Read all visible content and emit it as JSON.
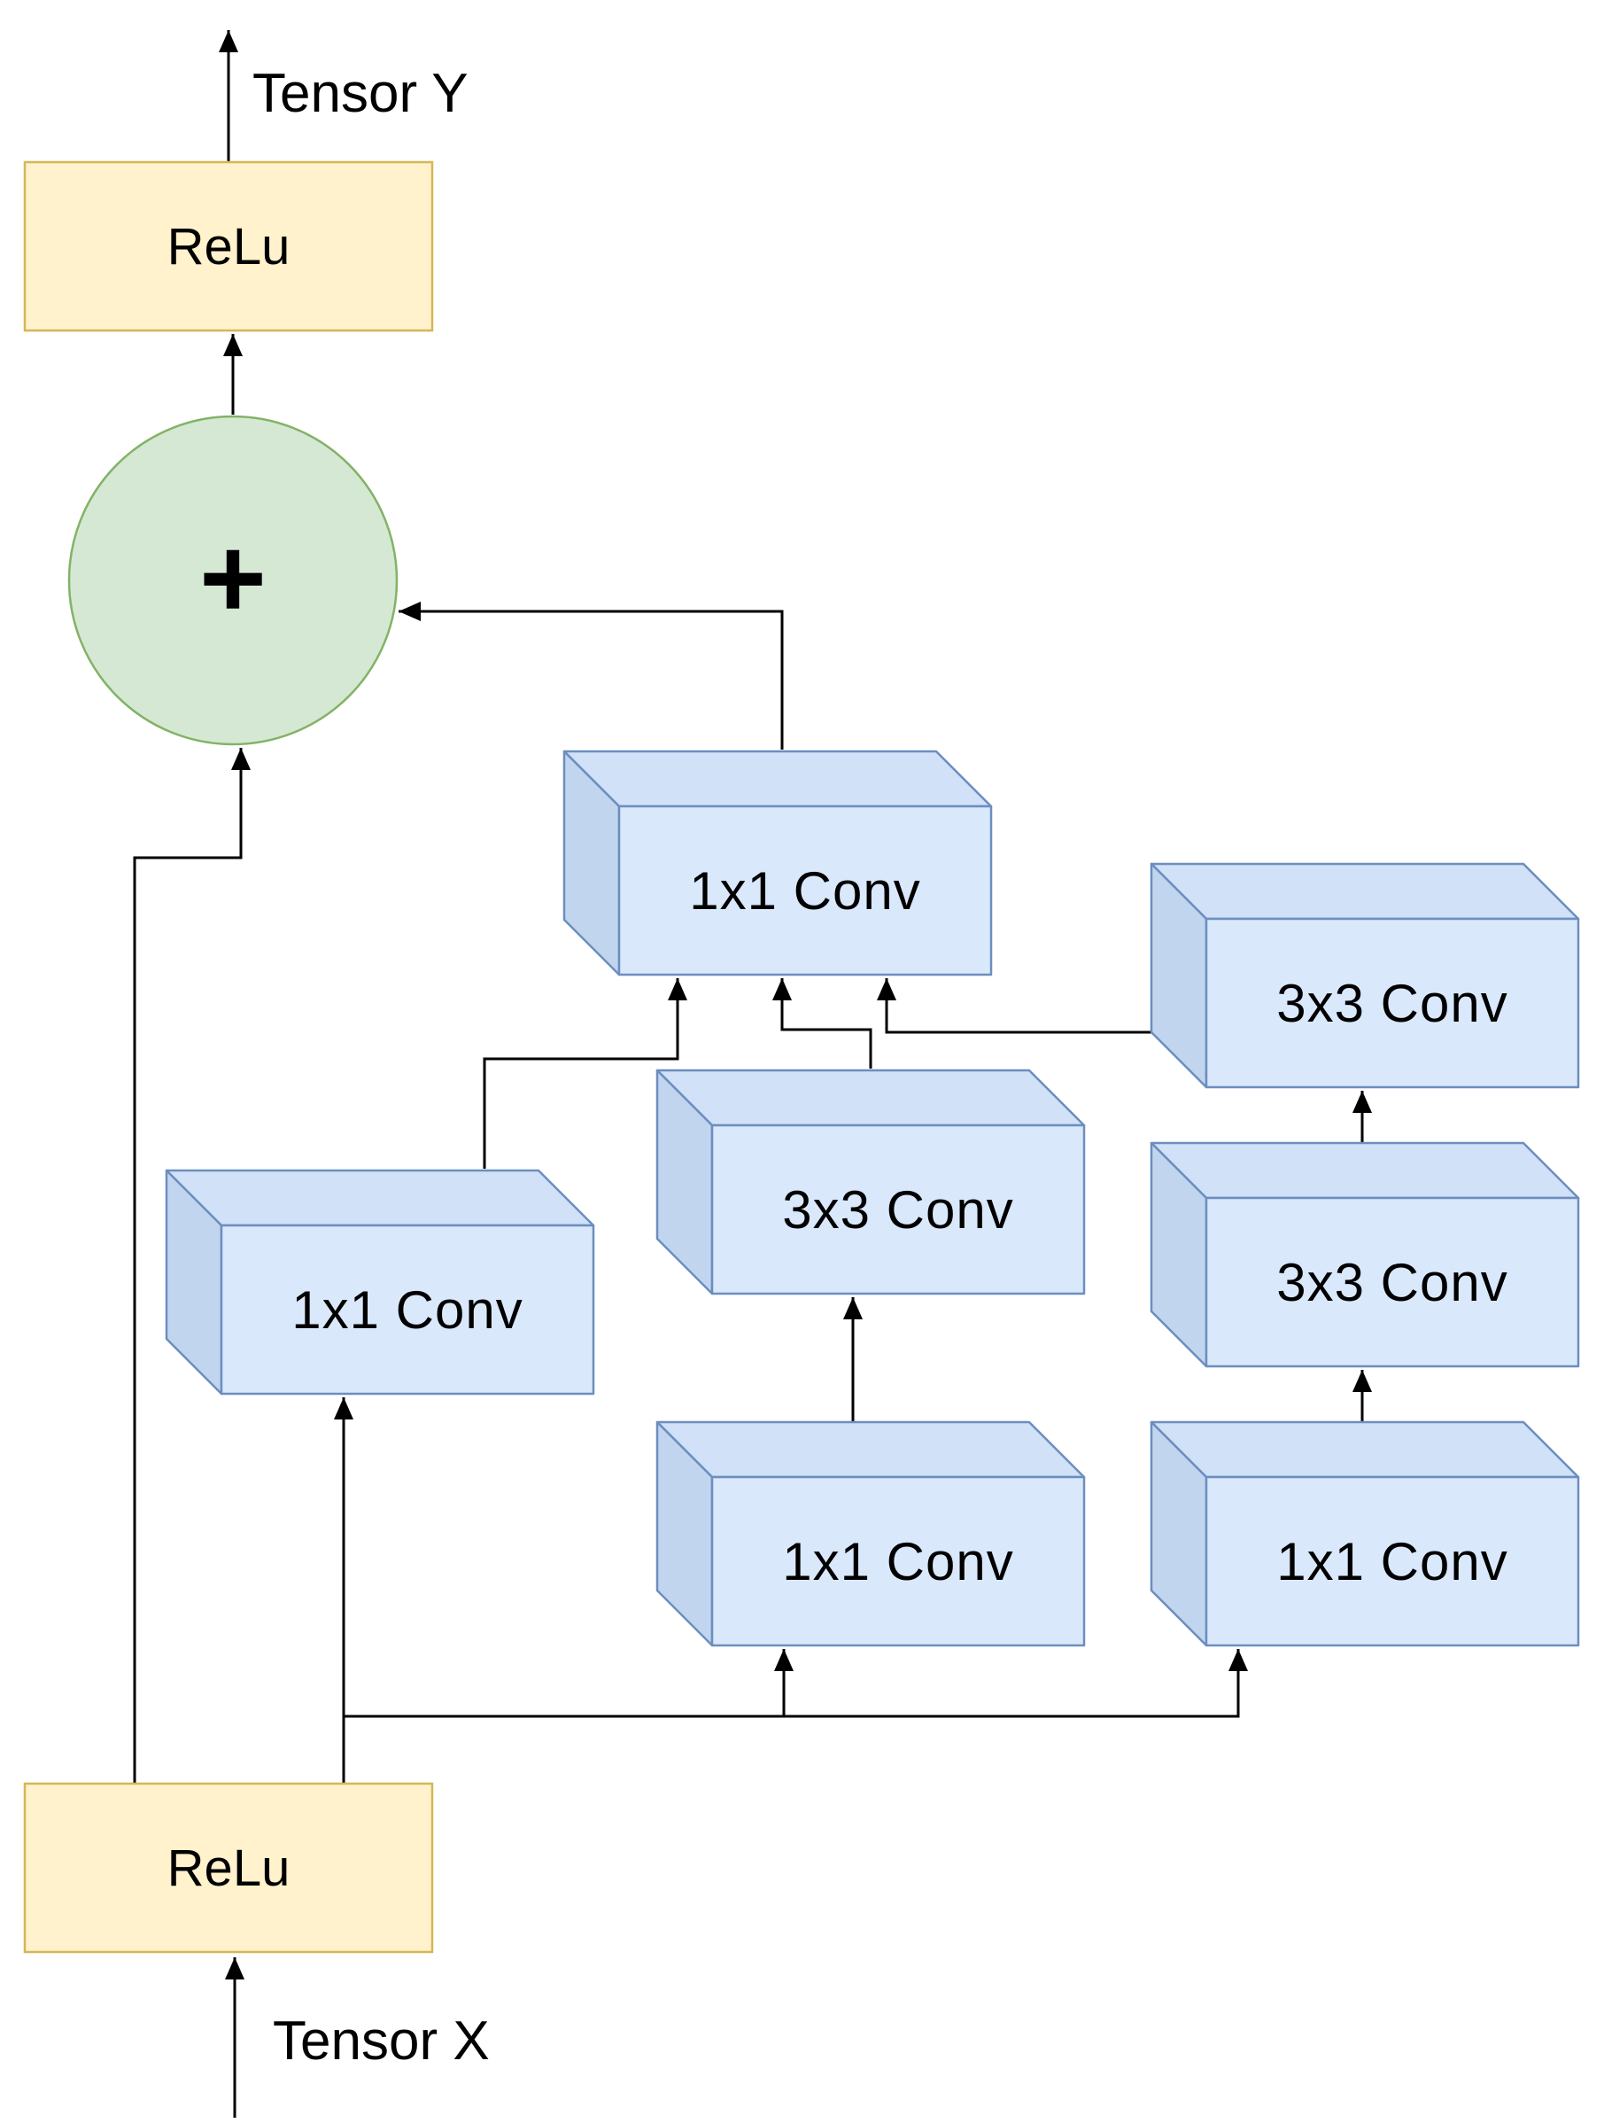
{
  "diagram": {
    "type": "neural-network-block-diagram",
    "io": {
      "output_label": "Tensor Y",
      "input_label": "Tensor X"
    },
    "nodes": {
      "relu_top": {
        "label": "ReLu"
      },
      "add": {
        "label": "+"
      },
      "conv_top": {
        "label": "1x1 Conv"
      },
      "conv_left": {
        "label": "1x1 Conv"
      },
      "conv_mid_3x3": {
        "label": "3x3 Conv"
      },
      "conv_mid_1x1": {
        "label": "1x1 Conv"
      },
      "conv_right_3x3_top": {
        "label": "3x3 Conv"
      },
      "conv_right_3x3_mid": {
        "label": "3x3 Conv"
      },
      "conv_right_1x1": {
        "label": "1x1 Conv"
      },
      "relu_bottom": {
        "label": "ReLu"
      }
    },
    "colors": {
      "background": "#ffffff",
      "relu_fill": "#fff2cc",
      "relu_stroke": "#d6b656",
      "add_fill": "#d5e8d4",
      "add_stroke": "#82b366",
      "cube_front": "#dae8fc",
      "cube_top": "#d0e1f8",
      "cube_side": "#c1d5ef",
      "cube_stroke": "#6c8ebf",
      "edge_color": "#000000"
    }
  }
}
